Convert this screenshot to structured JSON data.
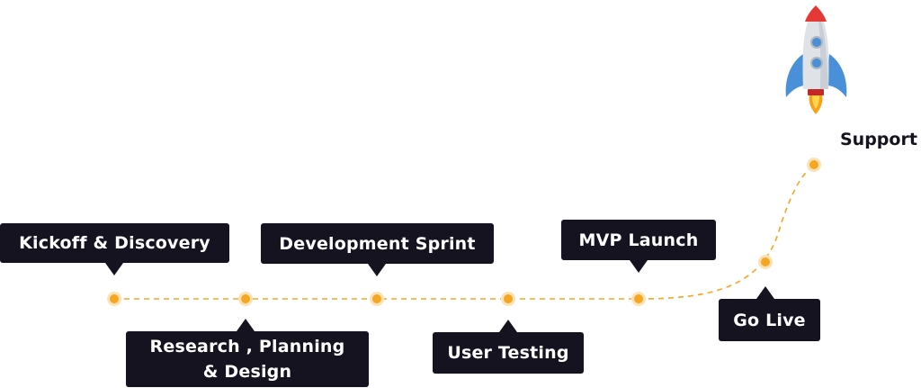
{
  "milestones": {
    "kickoff": "Kickoff & Discovery",
    "research_line1": "Research , Planning",
    "research_line2": "& Design",
    "development": "Development Sprint",
    "user_testing": "User Testing",
    "mvp_launch": "MVP Launch",
    "go_live": "Go Live",
    "support": "Support"
  },
  "colors": {
    "label_background": "#161320",
    "label_text": "#ffffff",
    "timeline": "#f5a623",
    "rocket_body": "#dfe3e8",
    "rocket_wings": "#4a90d9",
    "rocket_nose": "#e53935",
    "rocket_flame": "#f6a21b"
  },
  "icons": {
    "rocket": "rocket-icon"
  }
}
